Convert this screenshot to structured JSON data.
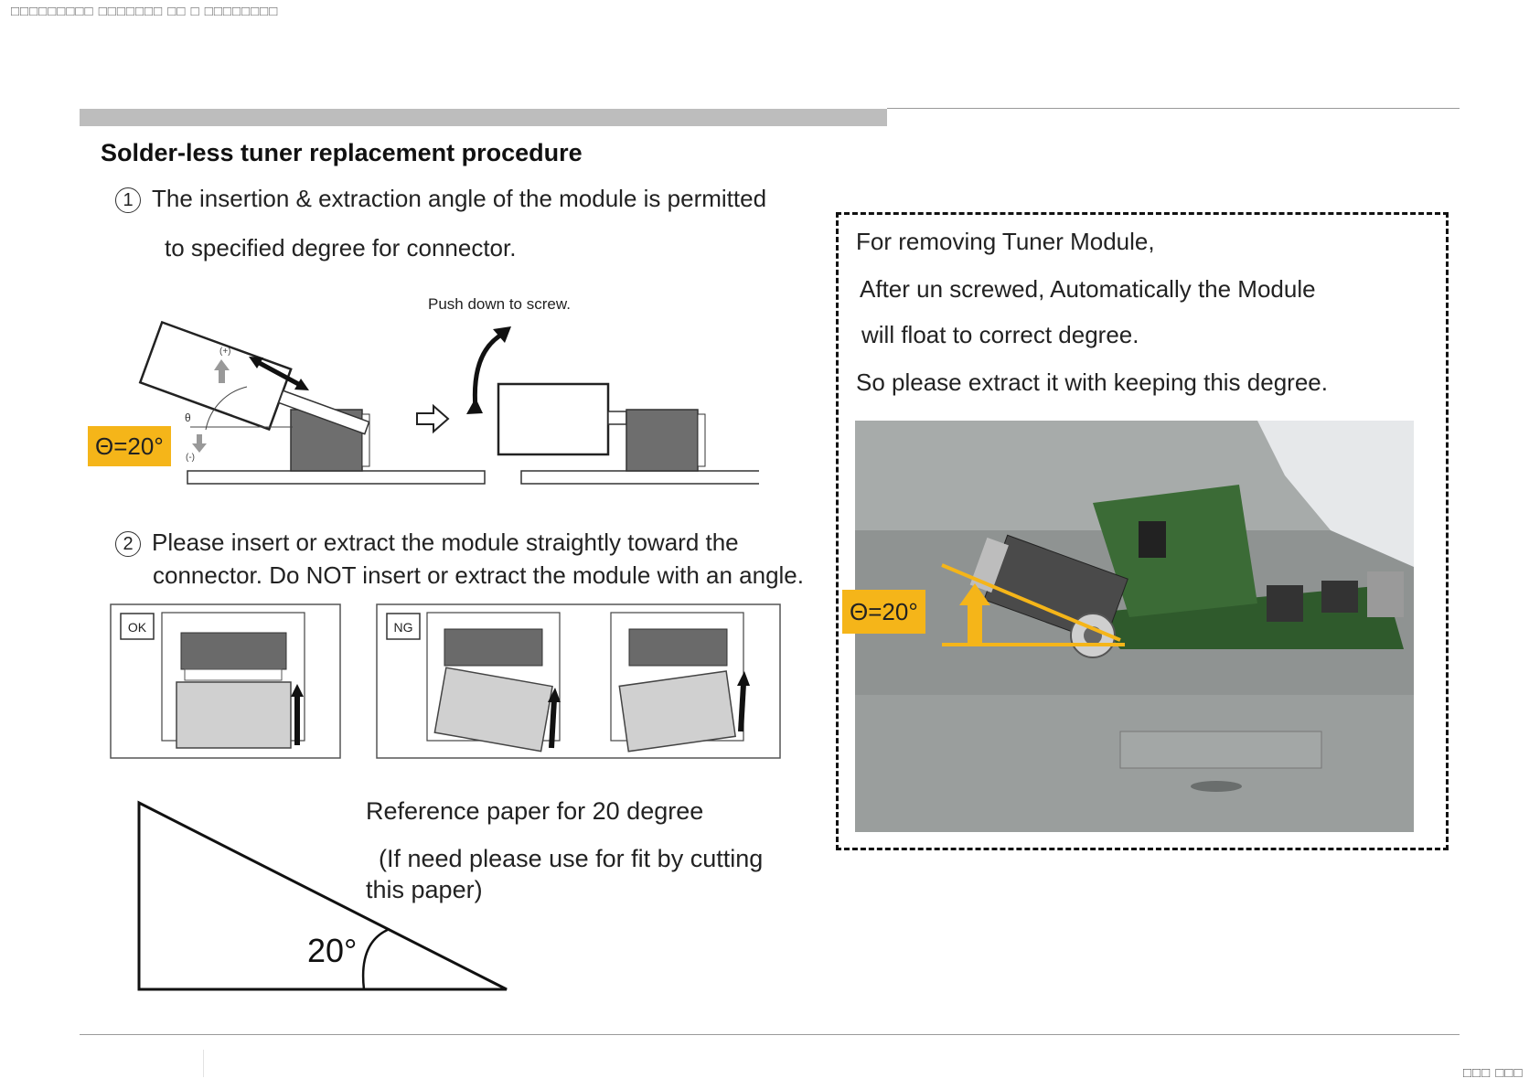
{
  "header": {
    "note": "□□□□□□□□□ □□□□□□□ □□ □ □□□□□□□□"
  },
  "title": "Solder-less tuner replacement procedure",
  "step1": {
    "number": "1",
    "line1": "The insertion & extraction angle of the module is permitted",
    "line2": "to specified degree for connector."
  },
  "diagram1": {
    "push_label": "Push down to screw.",
    "angle_badge": "Θ=20°",
    "plus_label": "(+)",
    "minus_label": "(-)",
    "theta_label": "θ"
  },
  "step2": {
    "number": "2",
    "line1": "Please insert or extract the module straightly toward the",
    "line2": "connector. Do NOT insert or extract the module with an angle."
  },
  "ok_ng": {
    "ok_label": "OK",
    "ng_label": "NG"
  },
  "reference": {
    "angle_label": "20°",
    "line1": "Reference paper for 20 degree",
    "line2": "(If need please use for fit by cutting",
    "line3": "this paper)"
  },
  "removal": {
    "line1": "For removing Tuner Module,",
    "line2": "After un screwed, Automatically the Module",
    "line3": "will float to correct degree.",
    "line4": "So please extract it with keeping this degree.",
    "photo_badge": "Θ=20°"
  },
  "footer": {
    "page_note": "□□□ □□□"
  },
  "colors": {
    "highlight": "#f5b519",
    "rule": "#bdbdbd",
    "board_green": "#2f5a2c",
    "chassis": "#8d9190"
  }
}
